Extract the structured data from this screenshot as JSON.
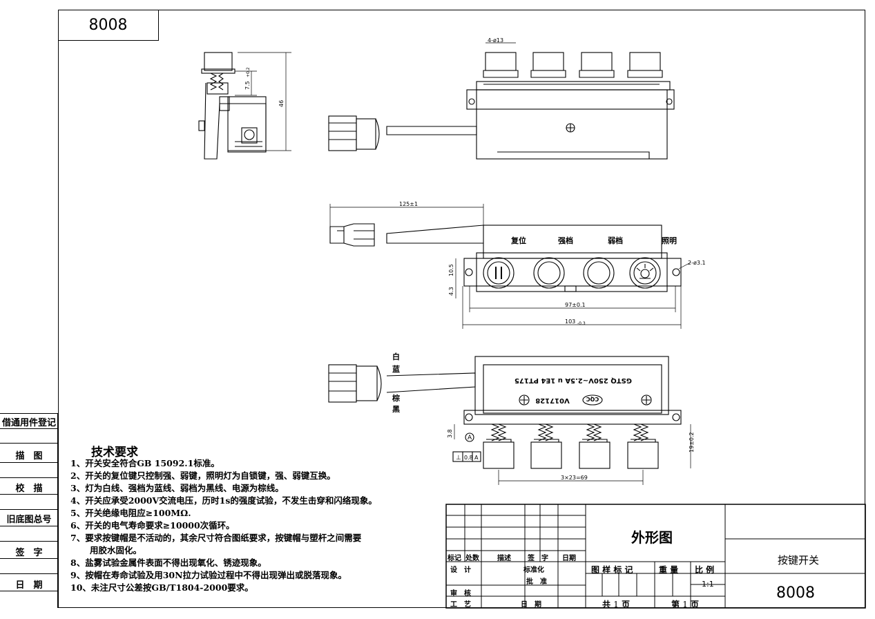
{
  "drawing_code": "8008",
  "sidebar": {
    "register": "借通用件登记",
    "trace": "描　图",
    "proof": "校　描",
    "old_drawing": "旧底图总号",
    "sign": "签　字",
    "date": "日　期"
  },
  "requirements": {
    "title": "技术要求",
    "items": [
      "1、开关安全符合GB 15092.1标准。",
      "2、开关的复位键只控制强、弱键，照明灯为自锁键，强、弱键互换。",
      "3、灯为白线、强档为蓝线、弱档为黑线、电源为棕线。",
      "4、开关应承受2000V交流电压，历时1s的强度试验，不发生击穿和闪络现象。",
      "5、开关绝缘电阻应≥100MΩ.",
      "6、开关的电气寿命要求≥10000次循环。",
      "7、要求按键帽是不活动的，其余尺寸符合图纸要求，按键帽与塑杆之间需要",
      "用胶水固化。",
      "8、盐雾试验金属件表面不得出现氧化、锈迹现象。",
      "9、按帽在寿命试验及用30N拉力试验过程中不得出现弹出或脱落现象。",
      "10、未注尺寸公差按GB/T1804-2000要求。"
    ]
  },
  "front_view": {
    "labels": [
      "复位",
      "强档",
      "弱档",
      "照明"
    ],
    "dim_cable": "125±1",
    "dim_hole": "2-ø3.1",
    "dim_inner": "97±0.1",
    "dim_outer": "103",
    "dim_outer_tol": "-0.3",
    "dim_height": "10.5",
    "dim_offset": "4.3"
  },
  "top_view": {
    "dim_caps": "4-ø13"
  },
  "side_view": {
    "dim_height": "46",
    "dim_travel": "7.5",
    "dim_travel_tol": "+0.2"
  },
  "bottom_view": {
    "marking_line1": "GSTQ  250V~2.5A  u  1E4  PT175",
    "marking_line2": "V017128",
    "cqc": "CQC",
    "wire_white": "白",
    "wire_blue": "蓝",
    "wire_brown": "棕",
    "wire_black": "黑",
    "dim_pitch": "3×23=69",
    "dim_cap_height": "19±0.2",
    "dim_base": "3.8",
    "datum": "A",
    "flatness_value": "0.8",
    "flatness_datum": "A"
  },
  "title_block": {
    "drawing_title": "外形图",
    "product_name": "按键开关",
    "code": "8008",
    "mark": "标记",
    "count": "处数",
    "desc": "描述",
    "sign": "签　字",
    "date_h": "日期",
    "design": "设　计",
    "standard": "标准化",
    "approve": "批　准",
    "review": "审　核",
    "process": "工　艺",
    "date": "日　期",
    "stage": "图 样 标 记",
    "weight": "重 量",
    "scale": "比 例",
    "scale_value": "1:1",
    "total": "共",
    "total_n": "1",
    "page_word": "页",
    "sheet": "第",
    "sheet_n": "1"
  }
}
